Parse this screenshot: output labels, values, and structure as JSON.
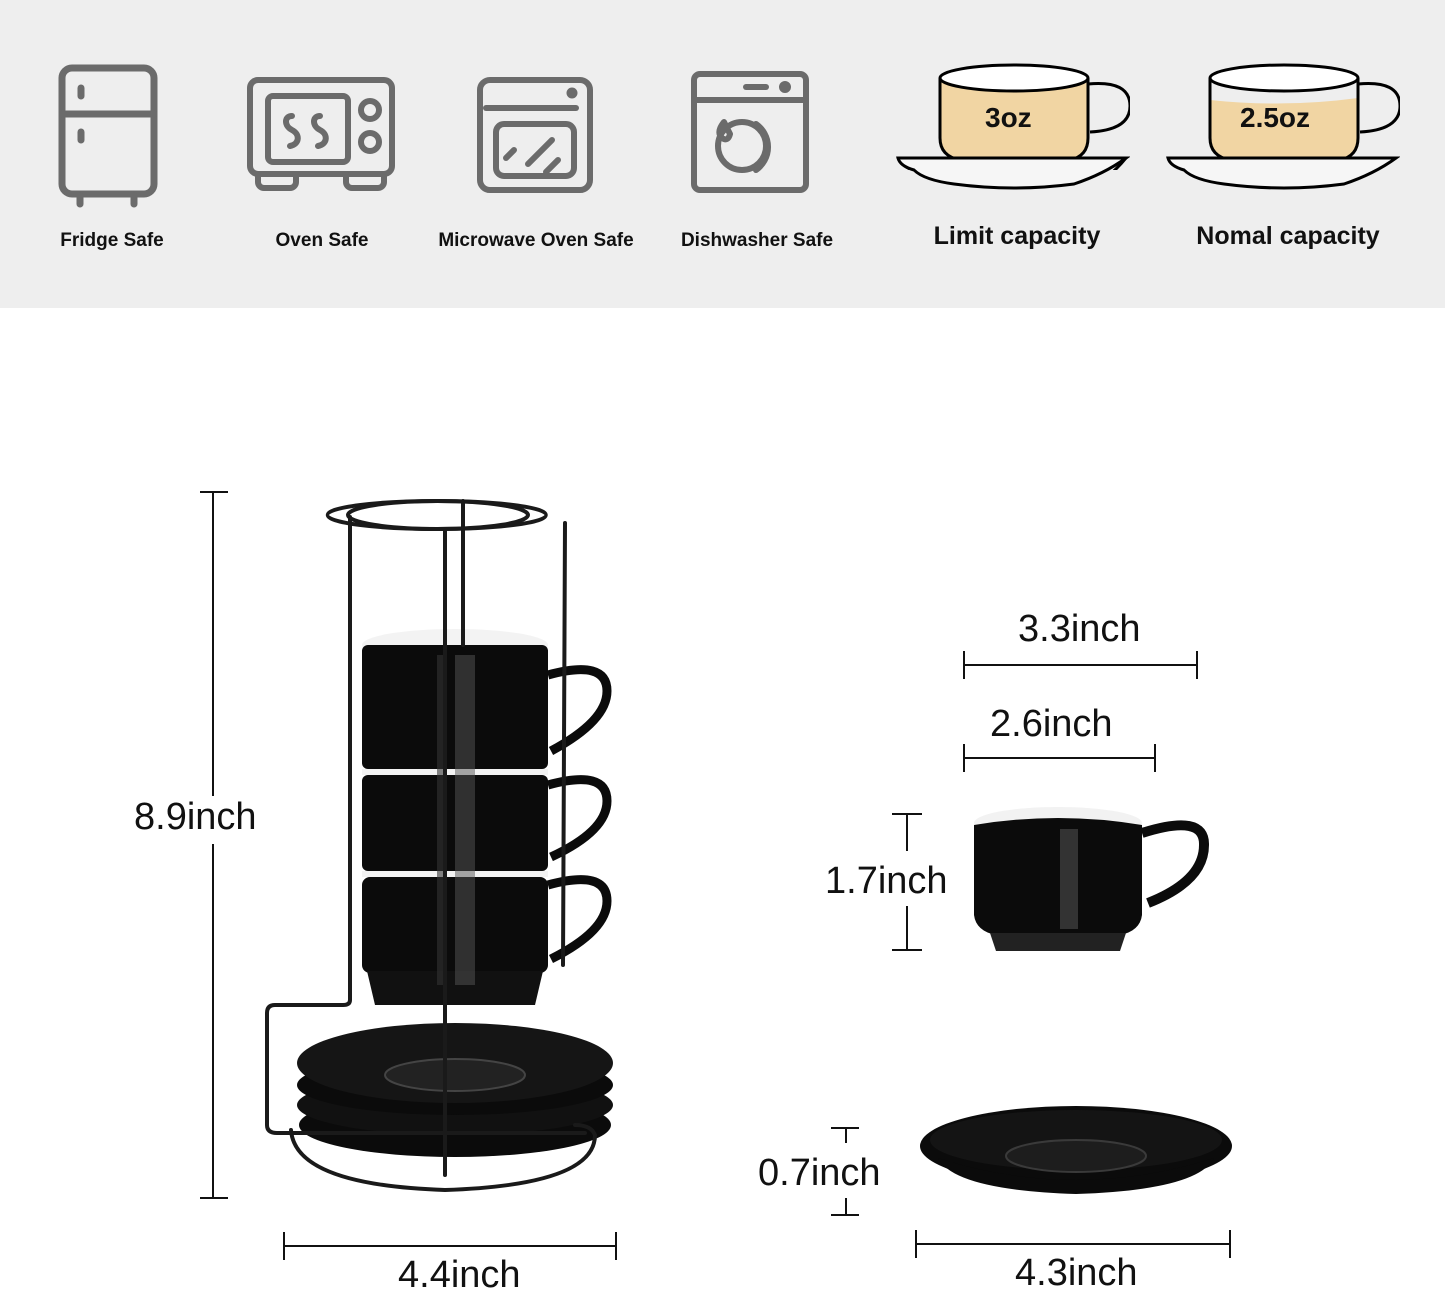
{
  "features": [
    {
      "icon": "fridge-icon",
      "label": "Fridge Safe"
    },
    {
      "icon": "oven-icon",
      "label": "Oven Safe"
    },
    {
      "icon": "microwave-icon",
      "label": "Microwave Oven Safe"
    },
    {
      "icon": "dishwasher-icon",
      "label": "Dishwasher Safe"
    }
  ],
  "capacity": [
    {
      "amount": "3oz",
      "label": "Limit capacity",
      "fill_level": "full"
    },
    {
      "amount": "2.5oz",
      "label": "Nomal capacity",
      "fill_level": "partial"
    }
  ],
  "colors": {
    "band_bg": "#eeeeee",
    "icon_gray": "#6b6b6b",
    "liquid_fill": "#f1d5a3",
    "ceramic_black": "#0b0b0b"
  },
  "dimensions": {
    "stack_height": "8.9inch",
    "stack_width": "4.4inch",
    "cup_outer_width": "3.3inch",
    "cup_rim_width": "2.6inch",
    "cup_height": "1.7inch",
    "saucer_height": "0.7inch",
    "saucer_width": "4.3inch"
  }
}
